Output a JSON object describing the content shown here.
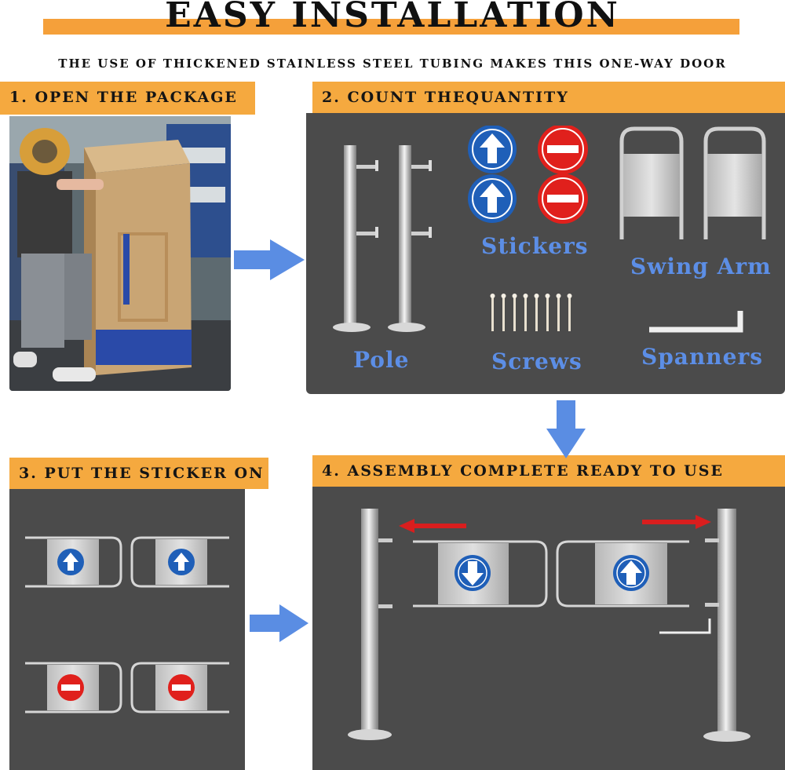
{
  "header": {
    "title": "EASY INSTALLATION",
    "subtitle": "THE USE OF THICKENED STAINLESS STEEL TUBING MAKES THIS ONE-WAY DOOR"
  },
  "steps": [
    {
      "label": "1. OPEN THE PACKAGE"
    },
    {
      "label": "2. COUNT THEQUANTITY"
    },
    {
      "label": "3. PUT THE STICKER ON"
    },
    {
      "label": "4. ASSEMBLY COMPLETE READY TO USE"
    }
  ],
  "parts": {
    "pole": "Pole",
    "stickers": "Stickers",
    "swing_arm": "Swing Arm",
    "screws": "Screws",
    "spanners": "Spanners"
  },
  "colors": {
    "accent_orange": "#f5a93f",
    "panel_gray": "#4b4b4b",
    "label_blue": "#5c8ee6",
    "arrow_blue": "#5a8de3",
    "sticker_blue": "#1f5fb8",
    "sticker_red": "#e0201c"
  },
  "icons": [
    "arrow-right-icon",
    "arrow-down-icon",
    "up-arrow-sticker-icon",
    "no-entry-sticker-icon",
    "down-arrow-sticker-icon"
  ]
}
